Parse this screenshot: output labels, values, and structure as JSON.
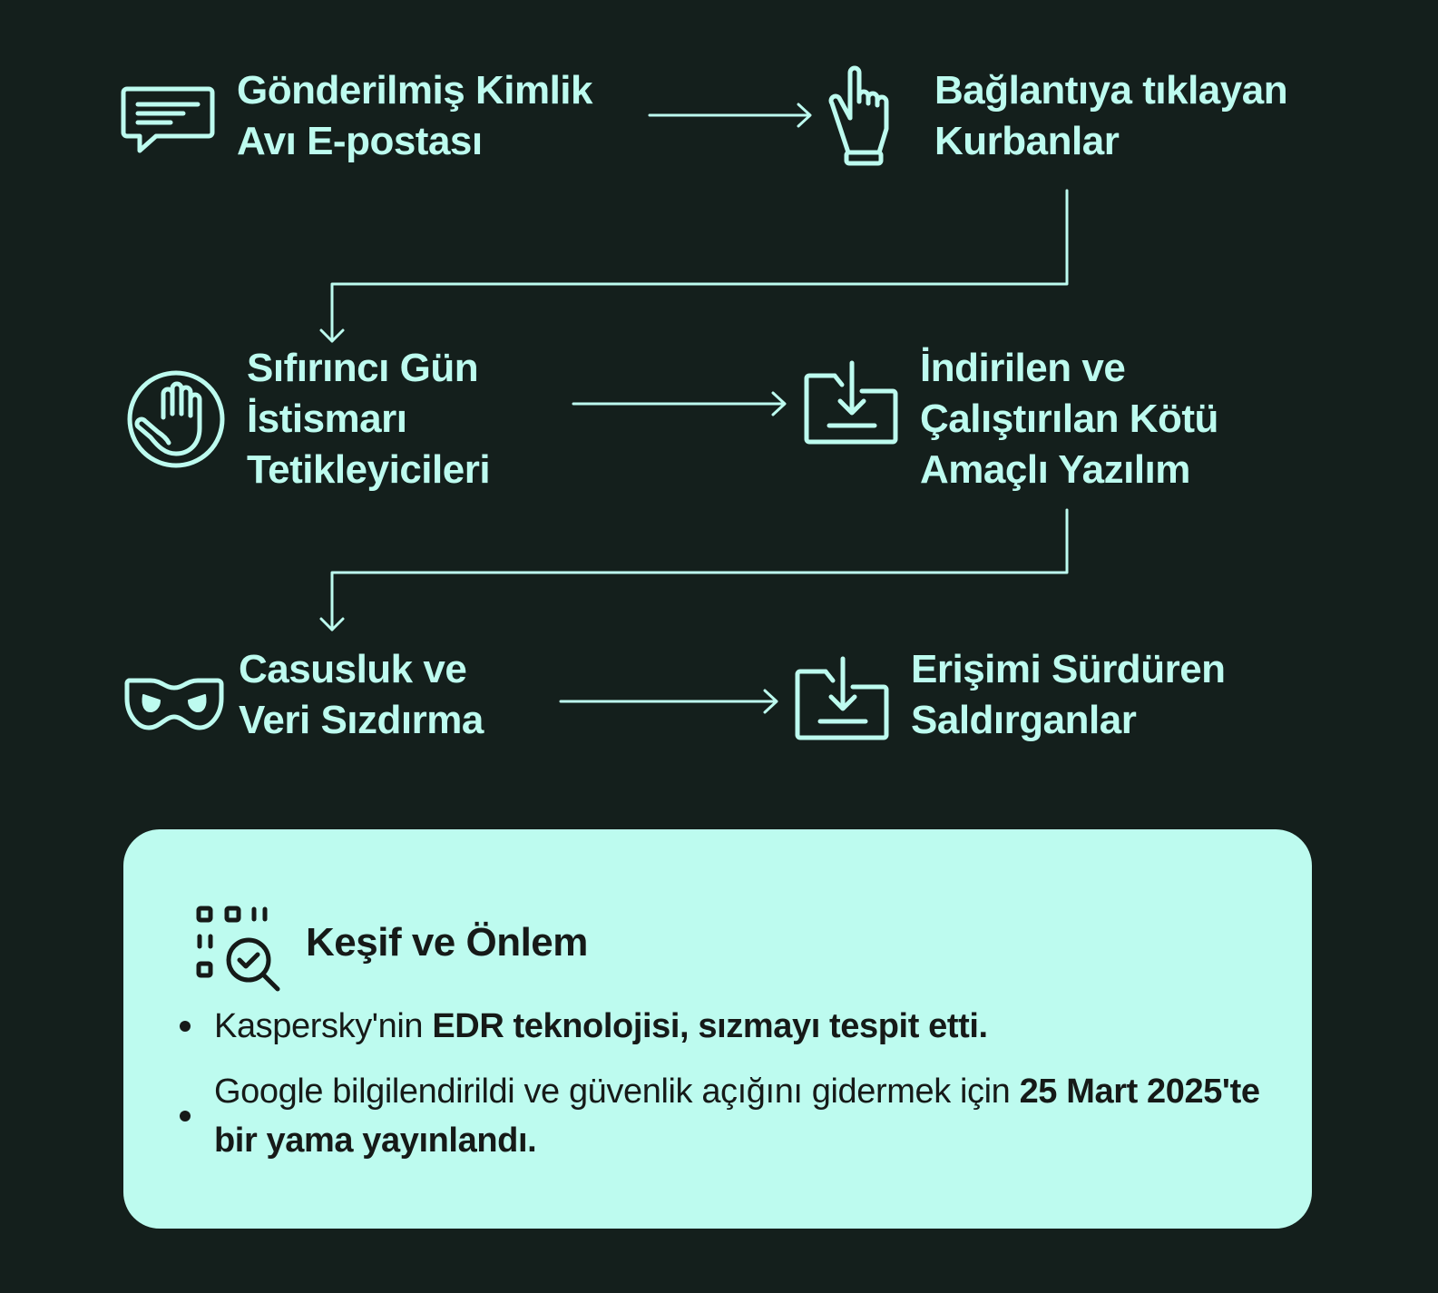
{
  "colors": {
    "background": "#141f1c",
    "accent": "#bdfbef",
    "card_text": "#161a18"
  },
  "flow": {
    "steps": [
      {
        "icon": "chat-message-icon",
        "lines": [
          "Gönderilmiş Kimlik",
          "Avı E-postası"
        ]
      },
      {
        "icon": "pointing-hand-icon",
        "lines": [
          "Bağlantıya tıklayan",
          "Kurbanlar"
        ]
      },
      {
        "icon": "stop-hand-icon",
        "lines": [
          "Sıfırıncı Gün",
          "İstismarı",
          "Tetikleyicileri"
        ]
      },
      {
        "icon": "folder-download-icon",
        "lines": [
          "İndirilen ve",
          "Çalıştırılan Kötü",
          "Amaçlı Yazılım"
        ]
      },
      {
        "icon": "spy-mask-icon",
        "lines": [
          "Casusluk ve",
          "Veri Sızdırma"
        ]
      },
      {
        "icon": "folder-download-icon",
        "lines": [
          "Erişimi Sürdüren",
          "Saldırganlar"
        ]
      }
    ]
  },
  "card": {
    "icon": "scan-search-check-icon",
    "title": "Keşif ve Önlem",
    "bullets": [
      {
        "normal": "Kaspersky'nin ",
        "bold": "EDR teknolojisi, sızmayı tespit etti."
      },
      {
        "normal": "Google bilgilendirildi ve güvenlik açığını gidermek için ",
        "bold": "25 Mart 2025'te bir yama yayınlandı."
      }
    ]
  }
}
